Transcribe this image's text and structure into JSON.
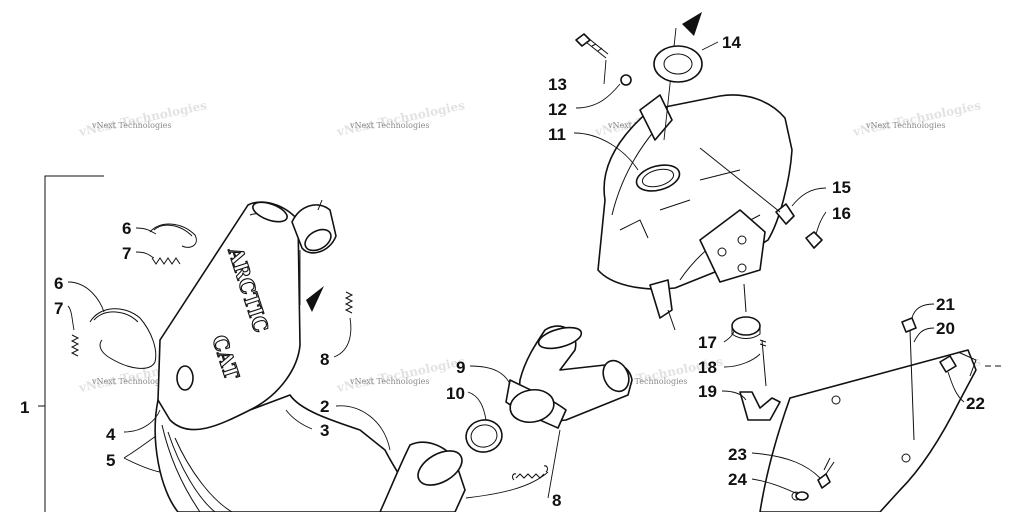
{
  "watermark": {
    "text": "vNext Technologies"
  },
  "muffler_brand": {
    "line1": "ARCTIC",
    "line2": "CAT"
  },
  "callouts": [
    {
      "id": "1",
      "label": "1"
    },
    {
      "id": "2",
      "label": "2"
    },
    {
      "id": "3",
      "label": "3"
    },
    {
      "id": "4",
      "label": "4"
    },
    {
      "id": "5",
      "label": "5"
    },
    {
      "id": "6a",
      "label": "6"
    },
    {
      "id": "6b",
      "label": "6"
    },
    {
      "id": "7a",
      "label": "7"
    },
    {
      "id": "7b",
      "label": "7"
    },
    {
      "id": "8a",
      "label": "8"
    },
    {
      "id": "8b",
      "label": "8"
    },
    {
      "id": "9",
      "label": "9"
    },
    {
      "id": "10",
      "label": "10"
    },
    {
      "id": "11",
      "label": "11"
    },
    {
      "id": "12",
      "label": "12"
    },
    {
      "id": "13",
      "label": "13"
    },
    {
      "id": "14",
      "label": "14"
    },
    {
      "id": "15",
      "label": "15"
    },
    {
      "id": "16",
      "label": "16"
    },
    {
      "id": "17",
      "label": "17"
    },
    {
      "id": "18",
      "label": "18"
    },
    {
      "id": "19",
      "label": "19"
    },
    {
      "id": "20",
      "label": "20"
    },
    {
      "id": "21",
      "label": "21"
    },
    {
      "id": "22",
      "label": "22"
    },
    {
      "id": "23",
      "label": "23"
    },
    {
      "id": "24",
      "label": "24"
    }
  ]
}
